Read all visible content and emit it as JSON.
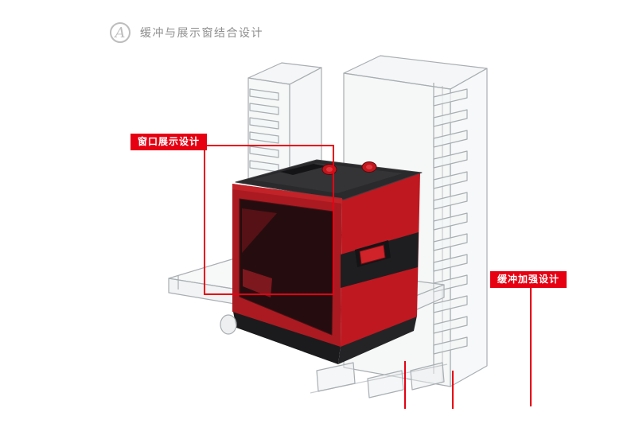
{
  "header": {
    "badge_letter": "A",
    "title": "缓冲与展示窗结合设计"
  },
  "annotations": {
    "window_display_label": "窗口展示设计",
    "buffer_reinforce_label": "缓冲加强设计"
  },
  "colors": {
    "accent_red": "#e60012",
    "title_gray": "#8f8f8f",
    "packaging_line_gray": "#a9aeb2",
    "device_red": "#bf1820",
    "device_dark": "#2a2a2c"
  }
}
